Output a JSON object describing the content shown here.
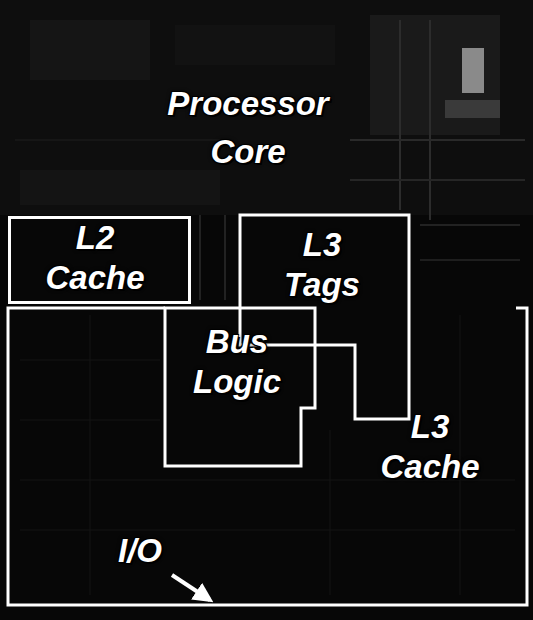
{
  "diagram": {
    "nodes": [
      {
        "text": [
          "L2 Cache"
        ]
      },
      {
        "text": [
          "L3 Tags"
        ]
      },
      {
        "text": [
          "Bus Logic"
        ]
      },
      {
        "text": [
          "L3 Cache"
        ]
      }
    ],
    "labels": [
      "Processor Core",
      "I/O"
    ]
  }
}
